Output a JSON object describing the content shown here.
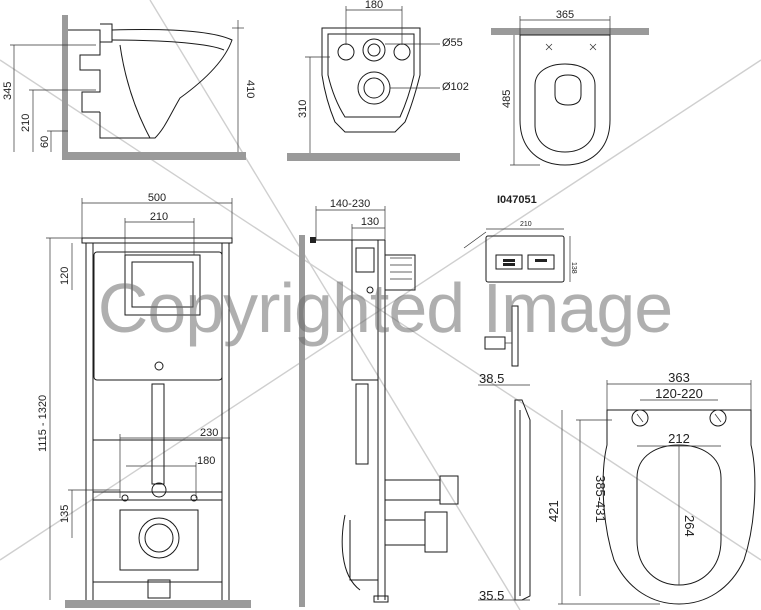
{
  "dims": {
    "d180_top": "180",
    "d365": "365",
    "d55": "Ø55",
    "d102": "Ø102",
    "d345": "345",
    "d210_left": "210",
    "d60": "60",
    "d410": "410",
    "d310": "310",
    "d485": "485",
    "d500": "500",
    "d210_frame": "210",
    "d120": "120",
    "d1115": "1115 - 1320",
    "d230": "230",
    "d180_frame": "180",
    "d135": "135",
    "d140_230": "140-230",
    "d130": "130",
    "d38_5": "38.5",
    "d35_5": "35.5",
    "d363": "363",
    "d120_220": "120-220",
    "d212": "212",
    "d264": "264",
    "d385_431": "385-431",
    "d421": "421",
    "plate210": "210",
    "plate138": "138"
  },
  "product_code": "I047051",
  "watermark": "Copyrighted Image"
}
